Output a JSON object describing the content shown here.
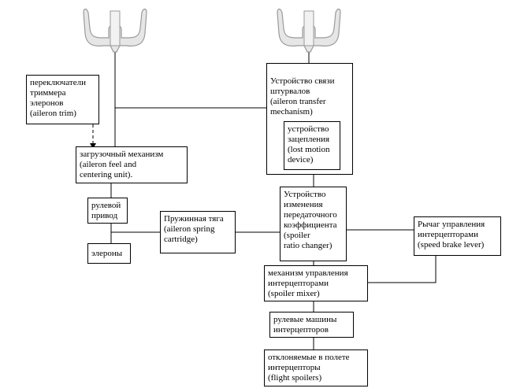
{
  "blocks": {
    "aileron_trim": "переключатели\nтриммера\nэлеронов\n(aileron trim)",
    "transfer": "Устройство связи\nштурвалов\n(aileron transfer\nmechanism)",
    "lost_motion": "устройство\nзацепления\n(lost motion\ndevice)",
    "feel_unit": "загрузочный механизм\n(aileron feel and\ncentering unit).",
    "actuator": "рулевой\nпривод",
    "spring": "Пружинная тяга\n(aileron spring\ncartridge)",
    "ailerons": "элероны",
    "ratio_changer": "Устройство\nизменения\nпередаточного\nкоэффициента\n(spoiler\nratio changer)",
    "speed_brake": "Рычаг управления\nинтерцепторами\n(speed brake lever)",
    "mixer": "механизм управления\nинтерцепторами\n(spoiler mixer)",
    "spoiler_actuators": "рулевые машины\nинтерцепторов",
    "flight_spoilers": "отклоняемые в полете\nинтерцепторы\n(flight spoilers)"
  },
  "colors": {
    "line": "#000000",
    "yoke_fill": "#e6e6e6",
    "yoke_stroke": "#9a9a9a"
  }
}
